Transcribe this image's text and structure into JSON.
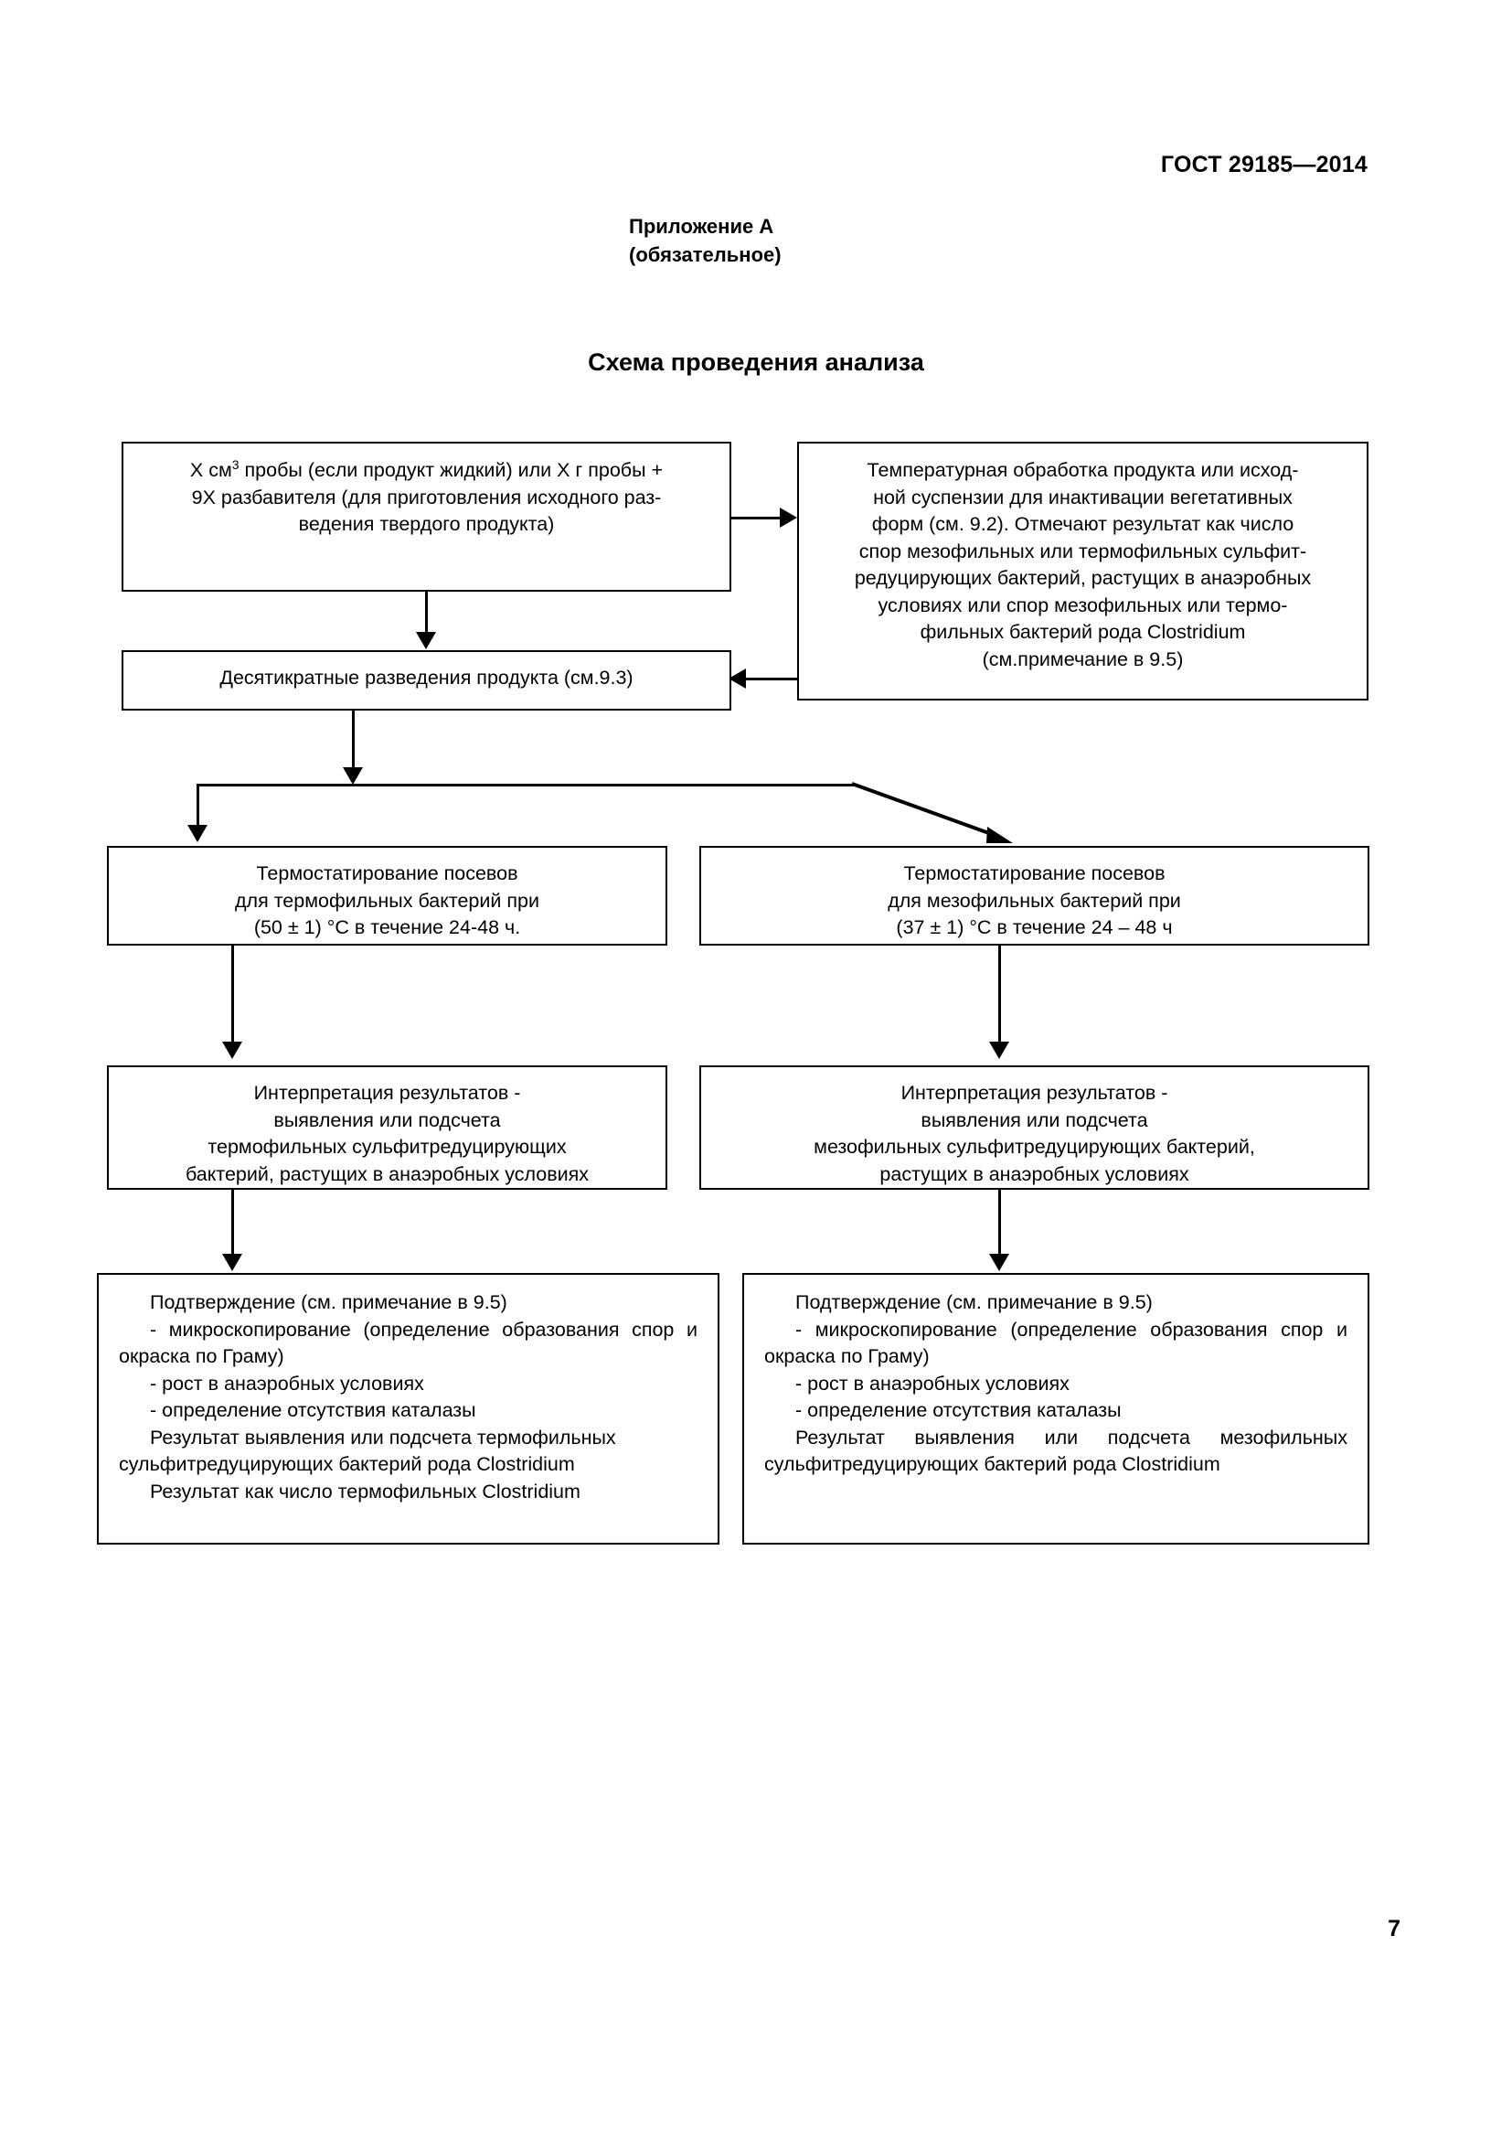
{
  "header": {
    "standard": "ГОСТ 29185—2014",
    "annex_label": "Приложение А",
    "annex_status": "(обязательное)",
    "scheme_title": "Схема проведения анализа"
  },
  "footer": {
    "page_number": "7"
  },
  "flowchart": {
    "boxes": {
      "sample": {
        "line1_a": "X см",
        "line1_sup": "3",
        "line1_b": " пробы (если продукт жидкий) или X г пробы +",
        "line2": "9X разбавителя (для приготовления исходного раз-",
        "line3": "ведения твердого продукта)"
      },
      "heat_treatment": {
        "line1": "Температурная обработка продукта или исход-",
        "line2": "ной суспензии для инактивации вегетативных",
        "line3": "форм (см. 9.2). Отмечают результат как число",
        "line4": "спор мезофильных или термофильных сульфит-",
        "line5": "редуцирующих бактерий, растущих в анаэробных",
        "line6": "условиях или спор мезофильных или термо-",
        "line7": "фильных бактерий рода Clostridium",
        "line8": "(см.примечание в 9.5)"
      },
      "dilution": {
        "line1": "Десятикратные разведения продукта (см.9.3)"
      },
      "thermo_incubation": {
        "line1": "Термостатирование посевов",
        "line2": "для термофильных бактерий при",
        "line3": "(50 ± 1) °C в течение 24-48 ч."
      },
      "meso_incubation": {
        "line1": "Термостатирование посевов",
        "line2": "для мезофильных бактерий при",
        "line3": "(37 ± 1) °C в течение 24 – 48 ч"
      },
      "thermo_interpretation": {
        "line1": "Интерпретация результатов -",
        "line2": "выявления или подсчета",
        "line3": "термофильных сульфитредуцирующих",
        "line4": "бактерий, растущих в анаэробных условиях"
      },
      "meso_interpretation": {
        "line1": "Интерпретация результатов -",
        "line2": "выявления или подсчета",
        "line3": "мезофильных сульфитредуцирующих бактерий,",
        "line4": "растущих в анаэробных условиях"
      },
      "thermo_confirmation": {
        "line1": "Подтверждение (см. примечание в 9.5)",
        "line2": "- микроскопирование (определение образования спор и окраска по Граму)",
        "line3": "- рост в анаэробных условиях",
        "line4": "- определение отсутствия каталазы",
        "line5": "Результат выявления или подсчета термофильных сульфитредуцирующих бактерий рода Clostridium",
        "line6": "Результат как число термофильных Clostridium"
      },
      "meso_confirmation": {
        "line1": "Подтверждение (см. примечание в 9.5)",
        "line2": "- микроскопирование (определение образования спор и окраска по Граму)",
        "line3": "- рост в анаэробных условиях",
        "line4": "- определение отсутствия каталазы",
        "line5": "Результат выявления или подсчета мезофильных сульфитредуцирующих бактерий рода Clostridium"
      }
    }
  }
}
